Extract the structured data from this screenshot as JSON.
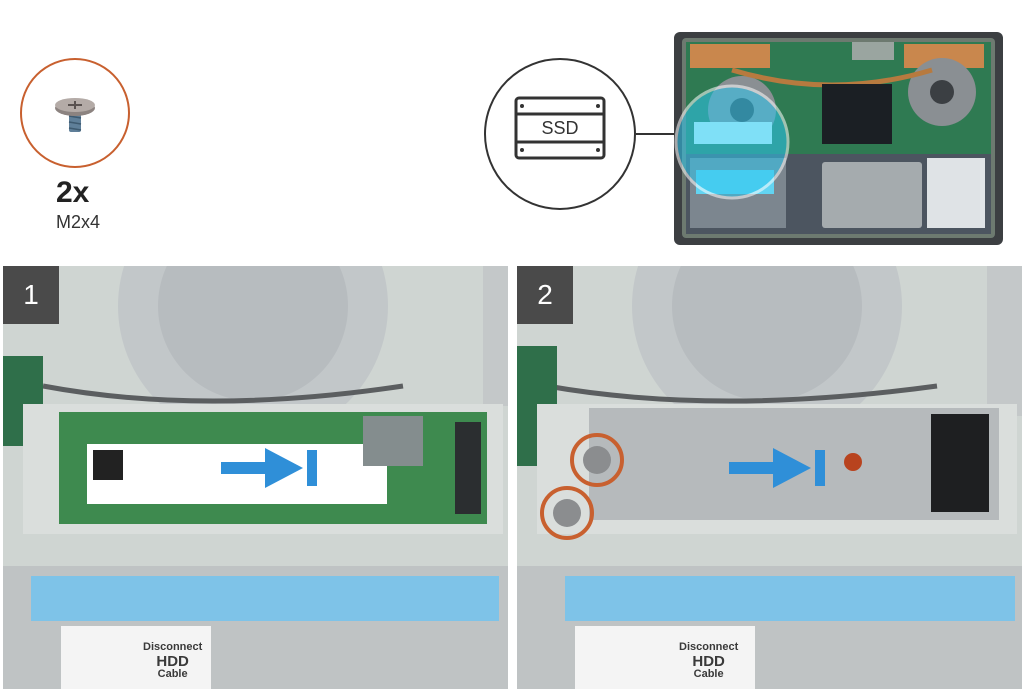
{
  "screws": {
    "count": "2x",
    "type": "M2x4"
  },
  "callout": {
    "label": "SSD"
  },
  "steps": [
    {
      "number": "1",
      "hdd_label": [
        "Disconnect",
        "HDD",
        "Cable"
      ]
    },
    {
      "number": "2",
      "hdd_label": [
        "Disconnect",
        "HDD",
        "Cable"
      ]
    }
  ],
  "colors": {
    "arrow": "#2f8fd8",
    "highlight": "#c8602f",
    "foam": "#7ec3e8"
  },
  "icons": [
    "screw-icon",
    "ssd-icon",
    "push-arrow-icon"
  ]
}
